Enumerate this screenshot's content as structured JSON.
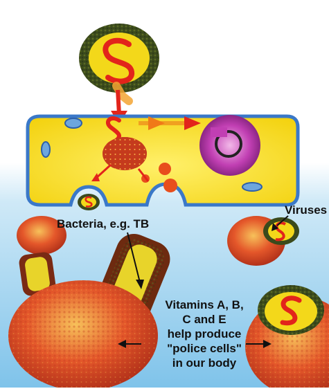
{
  "labels": {
    "bacteria": "Bacteria, e.g. TB",
    "viruses": "Viruses",
    "vitamins_lines": [
      "Vitamins A, B,",
      "C and E",
      "help produce",
      "\"police cells\"",
      "in our body"
    ]
  },
  "colors": {
    "sky_blue": "#9fd4ef",
    "cell_yellow": "#f8e51a",
    "cell_outline": "#3a78c8",
    "virus_dark": "#3b4a1c",
    "virus_core": "#f3d81a",
    "nucleus_magenta": "#a02a9a",
    "arrow_red": "#e2241b",
    "police_cell_orange": "#e4572a",
    "text": "#111111"
  },
  "icons": [
    "virus-icon",
    "cell-icon",
    "nucleus-icon",
    "bacterium-icon",
    "police-cell-icon"
  ]
}
